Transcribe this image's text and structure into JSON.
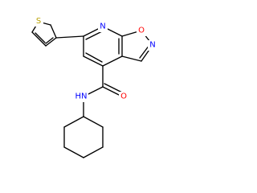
{
  "colors": {
    "background": "#ffffff",
    "bond": "#000000",
    "N": "#0000ff",
    "O": "#ff0000",
    "S": "#b8a000"
  },
  "atom_labels": {
    "thiophene_s": "S",
    "pyridine_n": "N",
    "isoxazole_o": "O",
    "isoxazole_n": "N",
    "amide_o": "O",
    "amide_n": "HN"
  }
}
